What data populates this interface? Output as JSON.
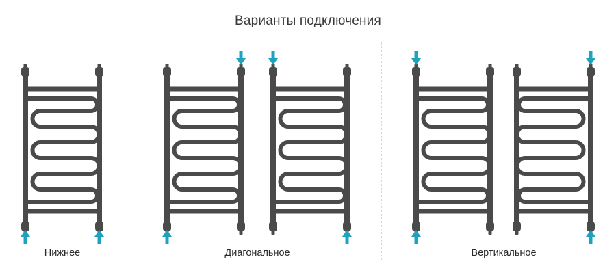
{
  "title": "Варианты подключения",
  "variants": [
    {
      "label": "Нижнее"
    },
    {
      "label": "Диагональное"
    },
    {
      "label": "Вертикальное"
    }
  ],
  "colors": {
    "rail": "#4a4a4a",
    "arrow": "#1da3c0",
    "text": "#2b2b2b"
  },
  "icons": {
    "arrow_up": "arrow-up-icon",
    "arrow_down": "arrow-down-icon"
  }
}
